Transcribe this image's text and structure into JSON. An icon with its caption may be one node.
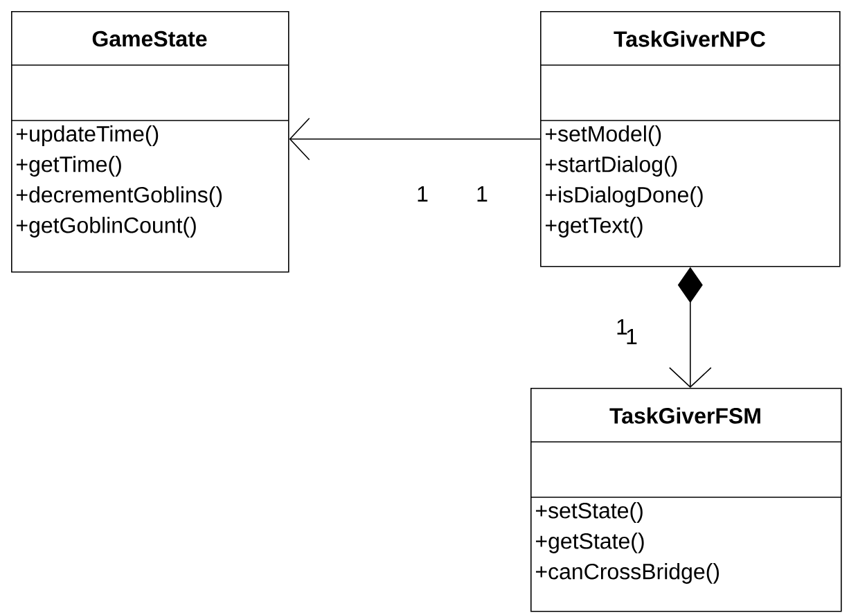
{
  "diagram": {
    "nodes": [
      {
        "text": [
          "GameState",
          "+updateTime()",
          "+getTime()",
          "+decrementGoblins()",
          "+getGoblinCount()"
        ]
      },
      {
        "text": [
          "TaskGiverNPC",
          "+setModel()",
          "+startDialog()",
          "+isDialogDone()",
          "+getText()"
        ]
      },
      {
        "text": [
          "TaskGiverFSM",
          "+setState()",
          "+getState()",
          "+canCrossBridge()"
        ]
      }
    ],
    "edges": [
      {
        "from": 1,
        "to": 0,
        "arrow": "to"
      },
      {
        "from": 1,
        "to": 2,
        "arrow": "to"
      }
    ],
    "labels": [
      "1",
      "1",
      "1",
      "1"
    ]
  }
}
